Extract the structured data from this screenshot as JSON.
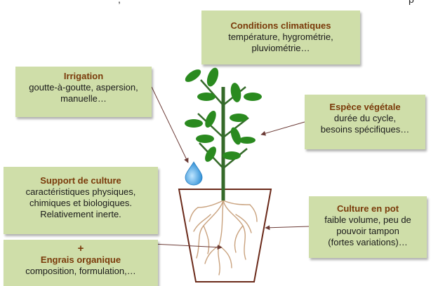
{
  "diagram": {
    "header_fragment": {
      "left": ",",
      "right": "p"
    },
    "boxes": {
      "climate": {
        "title": "Conditions climatiques",
        "lines": [
          "température, hygrométrie,",
          "pluviométrie…"
        ]
      },
      "irrigation": {
        "title": "Irrigation",
        "lines": [
          "goutte-à-goutte, aspersion,",
          "manuelle…"
        ]
      },
      "species": {
        "title": "Espèce végétale",
        "lines": [
          "durée du cycle,",
          "besoins spécifiques…"
        ]
      },
      "substrate": {
        "title": "Support de culture",
        "lines": [
          "caractéristiques physiques,",
          "chimiques et biologiques.",
          "Relativement inerte."
        ]
      },
      "pot": {
        "title": "Culture en pot",
        "lines": [
          "faible volume, peu de",
          "pouvoir tampon",
          "(fortes variations)…"
        ]
      },
      "fertilizer": {
        "plus": "+",
        "title": "Engrais organique",
        "lines": [
          "composition, formulation,…"
        ]
      }
    }
  },
  "colors": {
    "box_fill": "#cfdea9",
    "title_text": "#7a3a0a",
    "leaf": "#2a8a1f",
    "stem": "#356a2a",
    "pot_outline": "#6b2a1a",
    "roots": "#c9a27e",
    "water_drop": "#4aa8e0"
  },
  "icons": [
    "water-drop-icon",
    "plant-icon",
    "pot-icon"
  ]
}
